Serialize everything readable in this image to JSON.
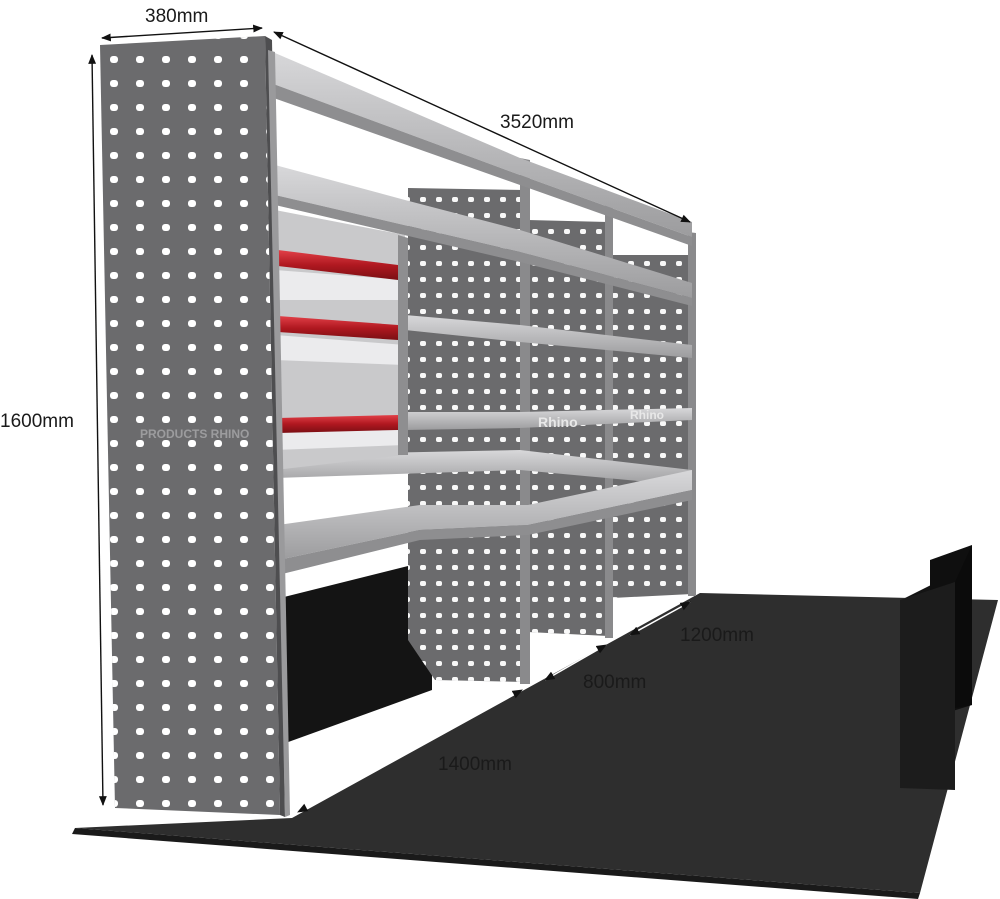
{
  "dimensions": {
    "depth": "380mm",
    "total_length": "3520mm",
    "height": "1600mm",
    "bay_1": "1400mm",
    "bay_2": "800mm",
    "bay_3": "1200mm"
  },
  "brand": {
    "end_panel_logo": "PRODUCTS RHINO",
    "panel_logo_2": "Rhino",
    "panel_logo_3": "Rhino"
  },
  "colors": {
    "panel": "#6b6b6d",
    "shelf": "#b9b9bb",
    "drawer_bar": "#c8232a",
    "floor": "#2e2e2e",
    "dimension_line": "#111111"
  }
}
